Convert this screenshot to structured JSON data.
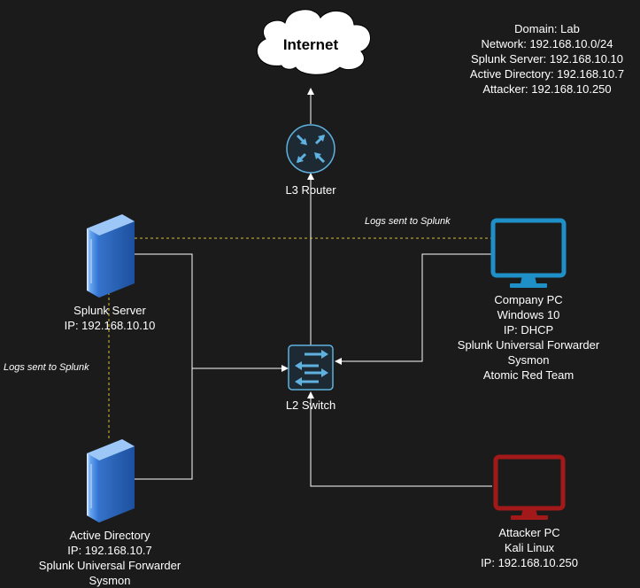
{
  "internet": {
    "label": "Internet"
  },
  "network_info": [
    "Domain: Lab",
    "Network: 192.168.10.0/24",
    "Splunk Server: 192.168.10.10",
    "Active Directory: 192.168.10.7",
    "Attacker: 192.168.10.250"
  ],
  "router": {
    "label": "L3 Router"
  },
  "switch": {
    "label": "L2 Switch"
  },
  "splunk_server": {
    "lines": [
      "Splunk Server",
      "IP: 192.168.10.10"
    ]
  },
  "active_directory": {
    "lines": [
      "Active Directory",
      "IP: 192.168.10.7",
      "Splunk Universal Forwarder",
      "Sysmon"
    ]
  },
  "company_pc": {
    "lines": [
      "Company PC",
      "Windows 10",
      "IP: DHCP",
      "Splunk Universal Forwarder",
      "Sysmon",
      "Atomic Red Team"
    ]
  },
  "attacker_pc": {
    "lines": [
      "Attacker PC",
      "Kali Linux",
      "IP: 192.168.10.250"
    ]
  },
  "log_labels": {
    "top": "Logs sent to Splunk",
    "left": "Logs sent to Splunk"
  },
  "colors": {
    "background": "#1b1b1b",
    "link": "#ffffff",
    "log_link": "#d6c23a",
    "server_blue": "#4c93e8",
    "company_pc": "#1f8fc8",
    "attacker_pc": "#a31818",
    "network_icon_bg": "#1e2a33",
    "network_icon_stroke": "#5fb2e0"
  }
}
